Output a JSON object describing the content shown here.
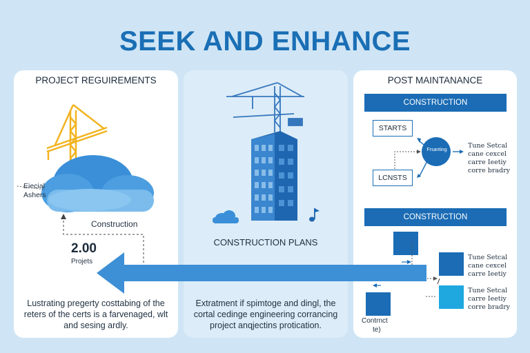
{
  "title": "SEEK AND ENHANCE",
  "left": {
    "header": "PROJECT REGUIREMENTS",
    "side_label_1": "Eiecial",
    "side_label_2": "Ashers",
    "cloud_label": "Construction",
    "stat_value": "2.00",
    "stat_label": "Projets",
    "caption_1": "Lustrating pregerty costtabing of the",
    "caption_2": "reters of the certs is a farvenaged, wlt",
    "caption_3": "and sesing ardly."
  },
  "middle": {
    "label": "CONSTRUCTION PLANS",
    "caption_1": "Extratment if spimtoge and dingl, the",
    "caption_2": "cortal cedinge engineering corrancing",
    "caption_3": "project anqjectins protication."
  },
  "right": {
    "header": "POST MAINTANANCE",
    "bar_1": "CONSTRUCTION",
    "node_starts": "STARTS",
    "node_lcnsts": "LCNSTS",
    "node_center": "Frsanting",
    "note_a_1": "Tune Setcal",
    "note_a_2": "cane cexcel",
    "note_a_3": "carre Ieetiy",
    "note_a_4": "corre bradry",
    "bar_2": "CONSTRUCTION",
    "note_b_1": "Tune Setcal",
    "note_b_2": "cane cexcel",
    "note_b_3": "carre Ieetiy",
    "note_c_1": "Tune Setcal",
    "note_c_2": "carre Ieetiy",
    "note_c_3": "corre bradry",
    "bottom_label_1": "Contrnct",
    "bottom_label_2": "te)"
  },
  "colors": {
    "background": "#cfe5f5",
    "accent": "#1b6cb5",
    "arrow": "#3d8fd6",
    "cyan": "#1fa8e0",
    "crane": "#f2b31f"
  }
}
